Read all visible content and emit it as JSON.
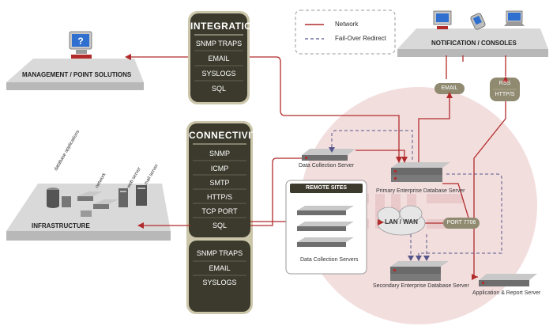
{
  "legend": {
    "network": "Network",
    "failover": "Fail-Over Redirect"
  },
  "colors": {
    "network": "#b22b2b",
    "failover": "#55558a",
    "panel": "#3a3a2c",
    "panel_border": "#c9c4a8",
    "platform": "#d4d4d4",
    "watermark": "#f1dcdc"
  },
  "integration": {
    "title": "INTEGRATION",
    "items": [
      "SNMP TRAPS",
      "EMAIL",
      "SYSLOGS",
      "SQL"
    ]
  },
  "connectivity": {
    "title": "CONNECTIVITY",
    "items": [
      "SNMP",
      "ICMP",
      "SMTP",
      "HTTP/S",
      "TCP PORT",
      "SQL"
    ],
    "items_lower": [
      "SNMP TRAPS",
      "EMAIL",
      "SYSLOGS"
    ]
  },
  "platforms": {
    "management": "MANAGEMENT / POINT SOLUTIONS",
    "infrastructure": "INFRASTRUCTURE",
    "notification": "NOTIFICATION / CONSOLES"
  },
  "infra_labels": [
    "database applications",
    "network",
    "web server",
    "mail server"
  ],
  "pills": {
    "email": "EMAIL",
    "rss": "RSS",
    "https": "HTTP/S",
    "port": "PORT 7706",
    "lan_wan": "LAN / WAN"
  },
  "remote_sites": {
    "title": "REMOTE SITES",
    "caption": "Data Collection Servers"
  },
  "servers": {
    "data_collection": "Data Collection Server",
    "primary": "Primary Enterprise Database Server",
    "secondary": "Secondary Enterprise Database Server",
    "app_report": "Application & Report Server"
  },
  "icons": [
    "help-monitor-icon",
    "desktop-icon",
    "pda-icon",
    "laptop-icon",
    "database-icon",
    "network-switch-icon",
    "server-tower-icon",
    "rack-server-icon",
    "cloud-icon"
  ]
}
